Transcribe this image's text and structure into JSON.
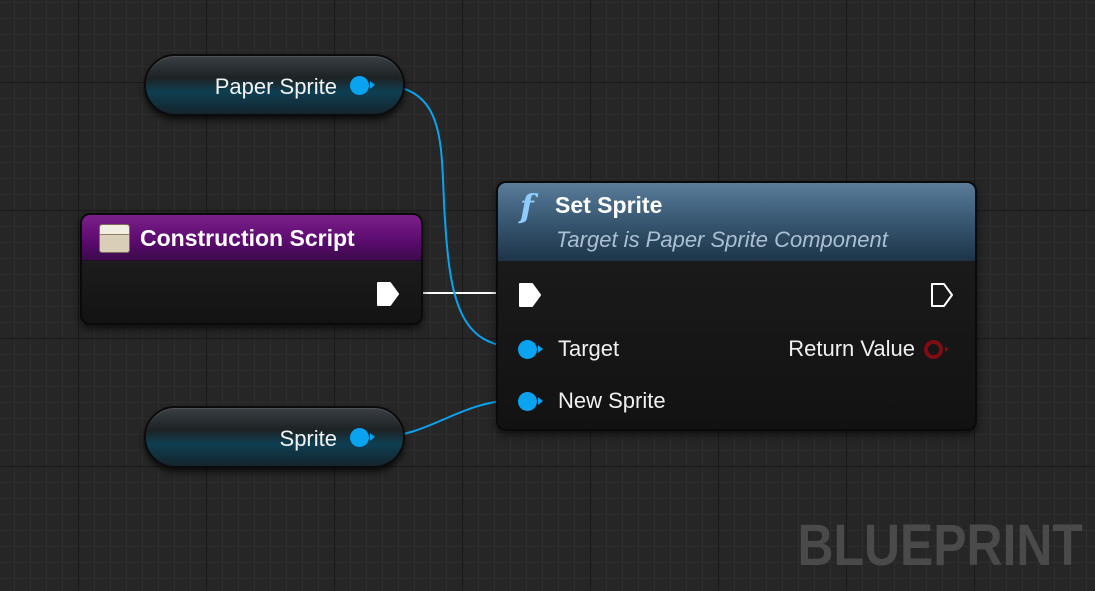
{
  "graph": {
    "watermark": "BLUEPRINT",
    "wire_colors": {
      "exec": "#ffffff",
      "object": "#0aa3ef"
    }
  },
  "nodes": {
    "paper_sprite_var": {
      "label": "Paper Sprite",
      "pin_color": "#0aa3ef"
    },
    "sprite_var": {
      "label": "Sprite",
      "pin_color": "#0aa3ef"
    },
    "construction_script": {
      "title": "Construction Script",
      "header_color": "#5a0a6e",
      "icon": "event-icon"
    },
    "set_sprite": {
      "title": "Set Sprite",
      "subtitle": "Target is Paper Sprite Component",
      "icon": "function-icon",
      "icon_glyph": "f",
      "header_color": "#3a5a75",
      "inputs": [
        {
          "label": "Target"
        },
        {
          "label": "New Sprite"
        }
      ],
      "outputs": [
        {
          "label": "Return Value",
          "pin_color": "#7e0c12"
        }
      ]
    }
  }
}
